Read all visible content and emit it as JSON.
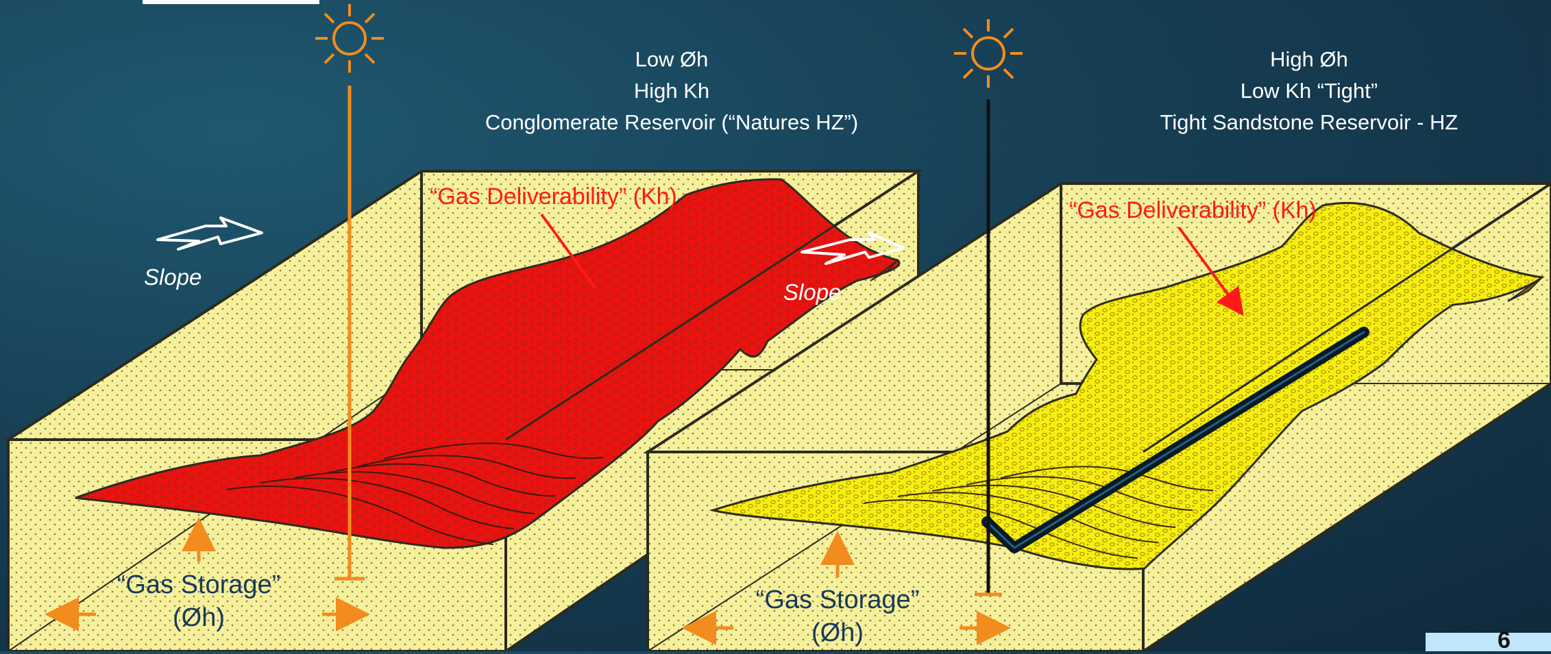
{
  "left_panel": {
    "header": [
      "Low Øh",
      "High Kh",
      "Conglomerate Reservoir (“Natures HZ”)"
    ],
    "deliverability_label": "“Gas Deliverability” (Kh)",
    "storage_label_line1": "“Gas Storage”",
    "storage_label_line2": "(Øh)",
    "slope_outer": "Slope",
    "slope_inner": "Slope"
  },
  "right_panel": {
    "header": [
      "High Øh",
      "Low Kh “Tight”",
      "Tight Sandstone Reservoir - HZ"
    ],
    "deliverability_label": "“Gas Deliverability” (Kh)",
    "storage_label_line1": "“Gas Storage”",
    "storage_label_line2": "(Øh)"
  },
  "slide_number": "6",
  "colors": {
    "background": "#173f55",
    "block_fill": "#f7f09a",
    "conglomerate": "#ee1111",
    "sandstone": "#f7ee10",
    "arrow_orange": "#f28c1e",
    "label_red": "#ff1a1a",
    "storage_text": "#163a5a"
  },
  "icons": [
    "sun-icon",
    "slope-arrow-icon",
    "up-arrow-icon",
    "horizontal-arrow-icon"
  ]
}
